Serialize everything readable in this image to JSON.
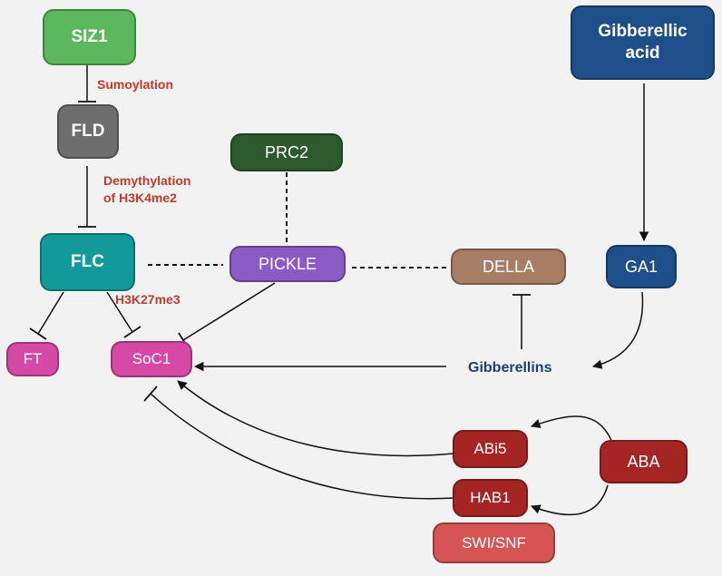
{
  "nodes": {
    "siz1": {
      "label": "SIZ1",
      "color": "#5cb85c"
    },
    "fld": {
      "label": "FLD",
      "color": "#6e6e6e"
    },
    "flc": {
      "label": "FLC",
      "color": "#129a9a"
    },
    "prc2": {
      "label": "PRC2",
      "color": "#2d5a2d"
    },
    "pickle": {
      "label": "PICKLE",
      "color": "#8a5bc4"
    },
    "della": {
      "label": "DELLA",
      "color": "#a87d66"
    },
    "ga_acid": {
      "label_line1": "Gibberellic",
      "label_line2": "acid",
      "color": "#1e4f8a"
    },
    "ga1": {
      "label": "GA1",
      "color": "#1e4f8a"
    },
    "ft": {
      "label": "FT",
      "color": "#d64aa6"
    },
    "soc1": {
      "label": "SoC1",
      "color": "#d64aa6"
    },
    "abi5": {
      "label": "ABi5",
      "color": "#a52424"
    },
    "hab1": {
      "label": "HAB1",
      "color": "#a52424"
    },
    "swisnf": {
      "label": "SWI/SNF",
      "color": "#d65454"
    },
    "aba": {
      "label": "ABA",
      "color": "#a52424"
    }
  },
  "labels": {
    "sumoylation": "Sumoylation",
    "demethylation_line1": "Demythylation",
    "demethylation_line2": "of H3K4me2",
    "h3k27me3": "H3K27me3",
    "gibberellins": "Gibberellins"
  }
}
